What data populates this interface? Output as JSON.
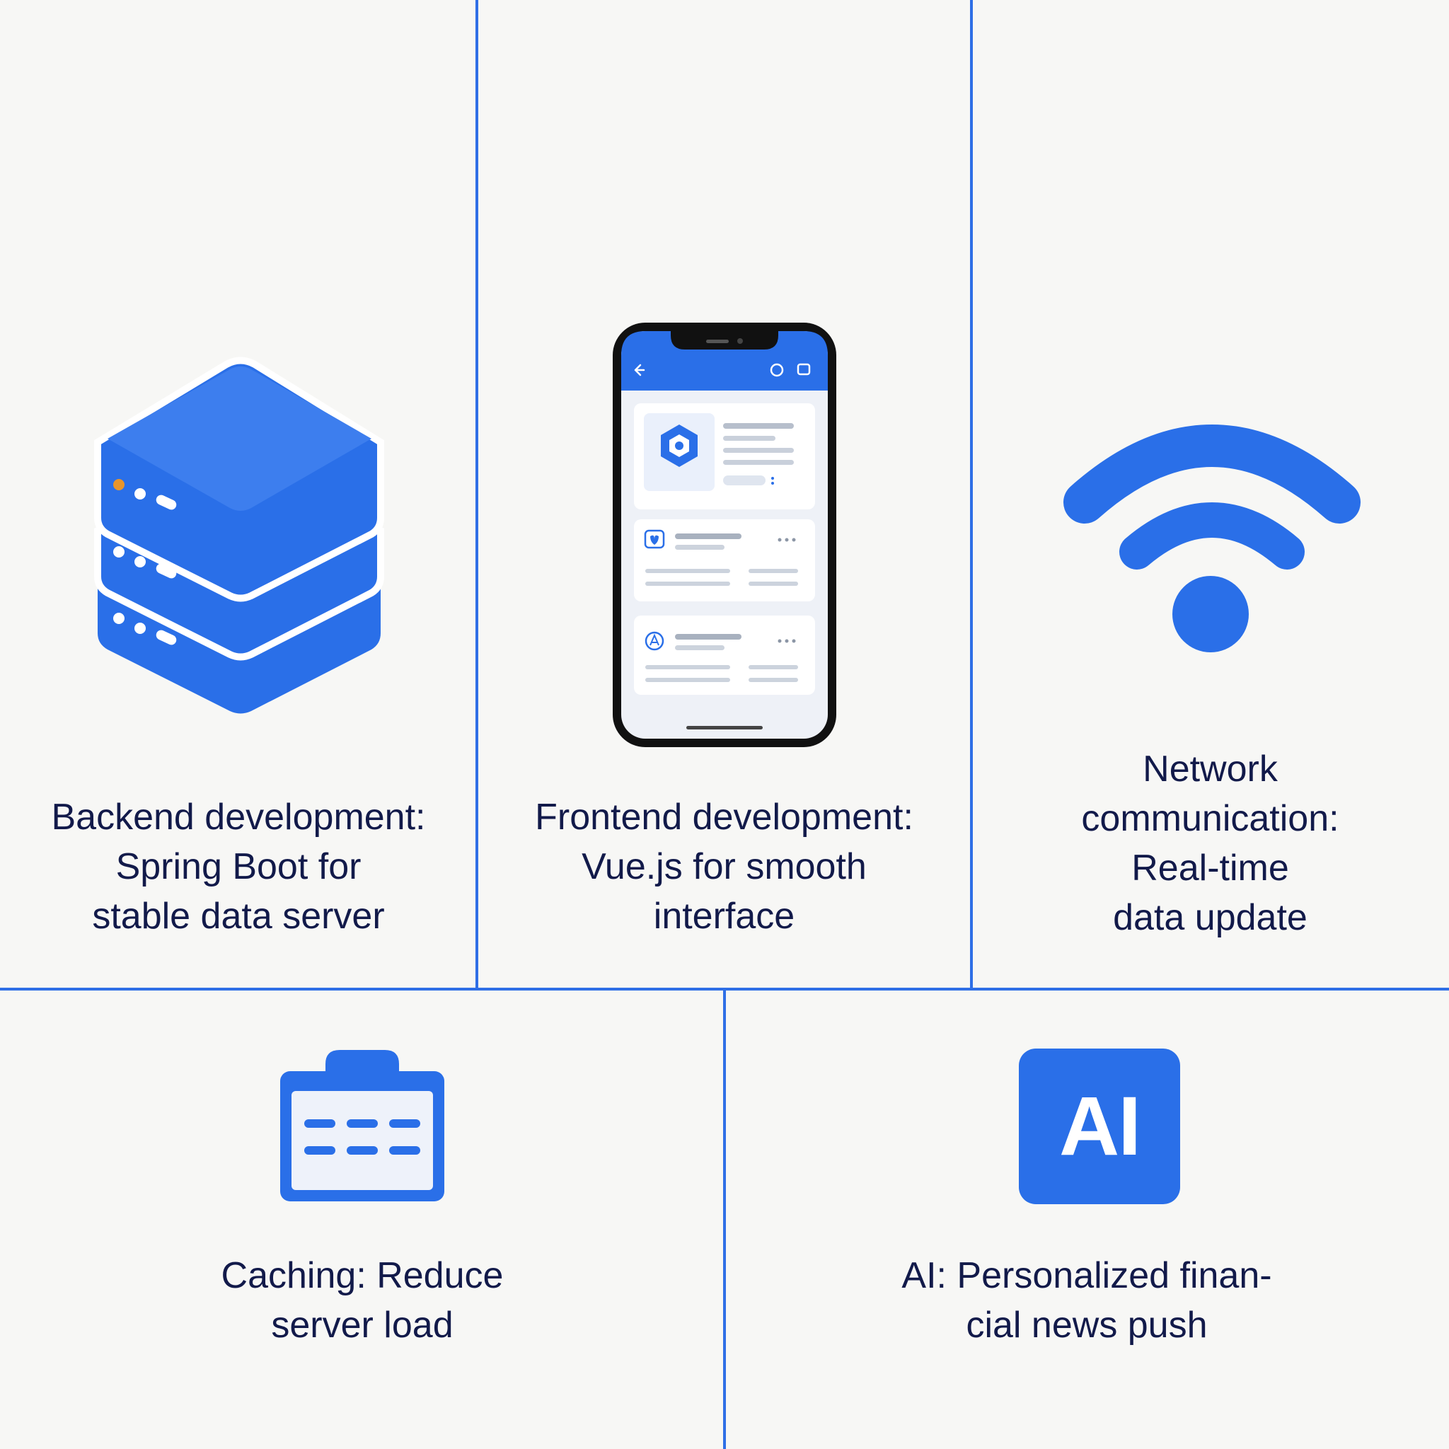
{
  "colors": {
    "accent": "#2a6fe8",
    "text": "#121a4a",
    "background": "#f7f7f5"
  },
  "panels": [
    {
      "icon": "server-stack-icon",
      "caption": "Backend development:\nSpring Boot for\nstable data server"
    },
    {
      "icon": "smartphone-app-icon",
      "caption": "Frontend development:\nVue.js for smooth\ninterface"
    },
    {
      "icon": "wifi-icon",
      "caption": "Network\ncommunication:\nReal-time\ndata update"
    },
    {
      "icon": "cache-card-icon",
      "caption": "Caching: Reduce\nserver load"
    },
    {
      "icon": "ai-badge-icon",
      "badge_text": "AI",
      "caption": "AI: Personalized finan-\ncial news push"
    }
  ]
}
